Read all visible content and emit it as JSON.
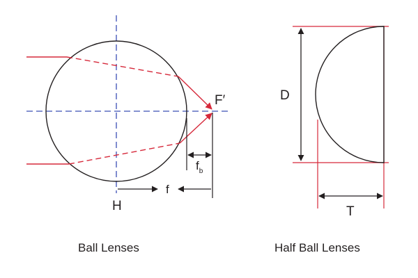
{
  "ball_lens": {
    "caption": "Ball Lenses",
    "focal_point_label": "F′",
    "principal_plane_label": "H",
    "effective_focal_length_label": "f",
    "back_focal_length_label": "f",
    "back_focal_length_subscript": "b"
  },
  "half_ball_lens": {
    "caption": "Half Ball Lenses",
    "diameter_label": "D",
    "thickness_label": "T"
  },
  "colors": {
    "ray": "#d6283a",
    "axis": "#3b4fb5",
    "outline": "#231f20"
  }
}
